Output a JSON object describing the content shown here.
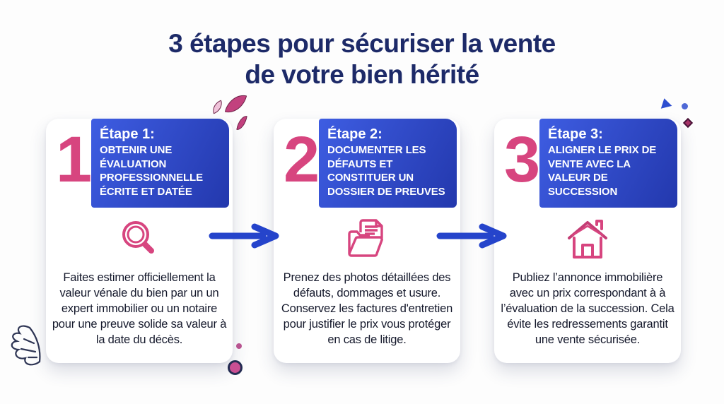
{
  "title": {
    "line1": "3 étapes pour sécuriser la vente",
    "line2": "de votre bien hérité"
  },
  "steps": [
    {
      "number": "1",
      "label": "Étape 1:",
      "heading": "OBTENIR UNE ÉVALUATION PROFESSIONNELLE ÉCRITE ET DATÉE",
      "icon": "magnifier-icon",
      "body": "Faites estimer officiellement la valeur vénale du bien par un un expert immobilier ou un notaire pour une preuve solide sa valeur à la date du décès."
    },
    {
      "number": "2",
      "label": "Étape 2:",
      "heading": "DOCUMENTER LES DÉFAUTS ET CONSTITUER UN DOSSIER DE PREUVES",
      "icon": "folder-document-icon",
      "body": "Prenez des photos détaillées des défauts, dommages et usure. Conservez les factures d'entretien pour justifier le prix vous protéger en cas de litige."
    },
    {
      "number": "3",
      "label": "Étape 3:",
      "heading": "ALIGNER LE PRIX DE VENTE AVEC LA VALEUR DE SUCCESSION",
      "icon": "house-icon",
      "body": "Publiez l’annonce immobilière avec un prix correspondant à à l’évaluation de la succession. Cela évite les redressements garantit une vente sécurisée."
    }
  ],
  "colors": {
    "title_navy": "#1d2a68",
    "step_number_pink": "#d7457f",
    "icon_pink": "#d7457f",
    "header_blue_start": "#3e5de2",
    "header_blue_end": "#2338ad",
    "arrow_blue": "#2544cb",
    "body_text": "#14182b",
    "background": "#fdfdfd"
  }
}
